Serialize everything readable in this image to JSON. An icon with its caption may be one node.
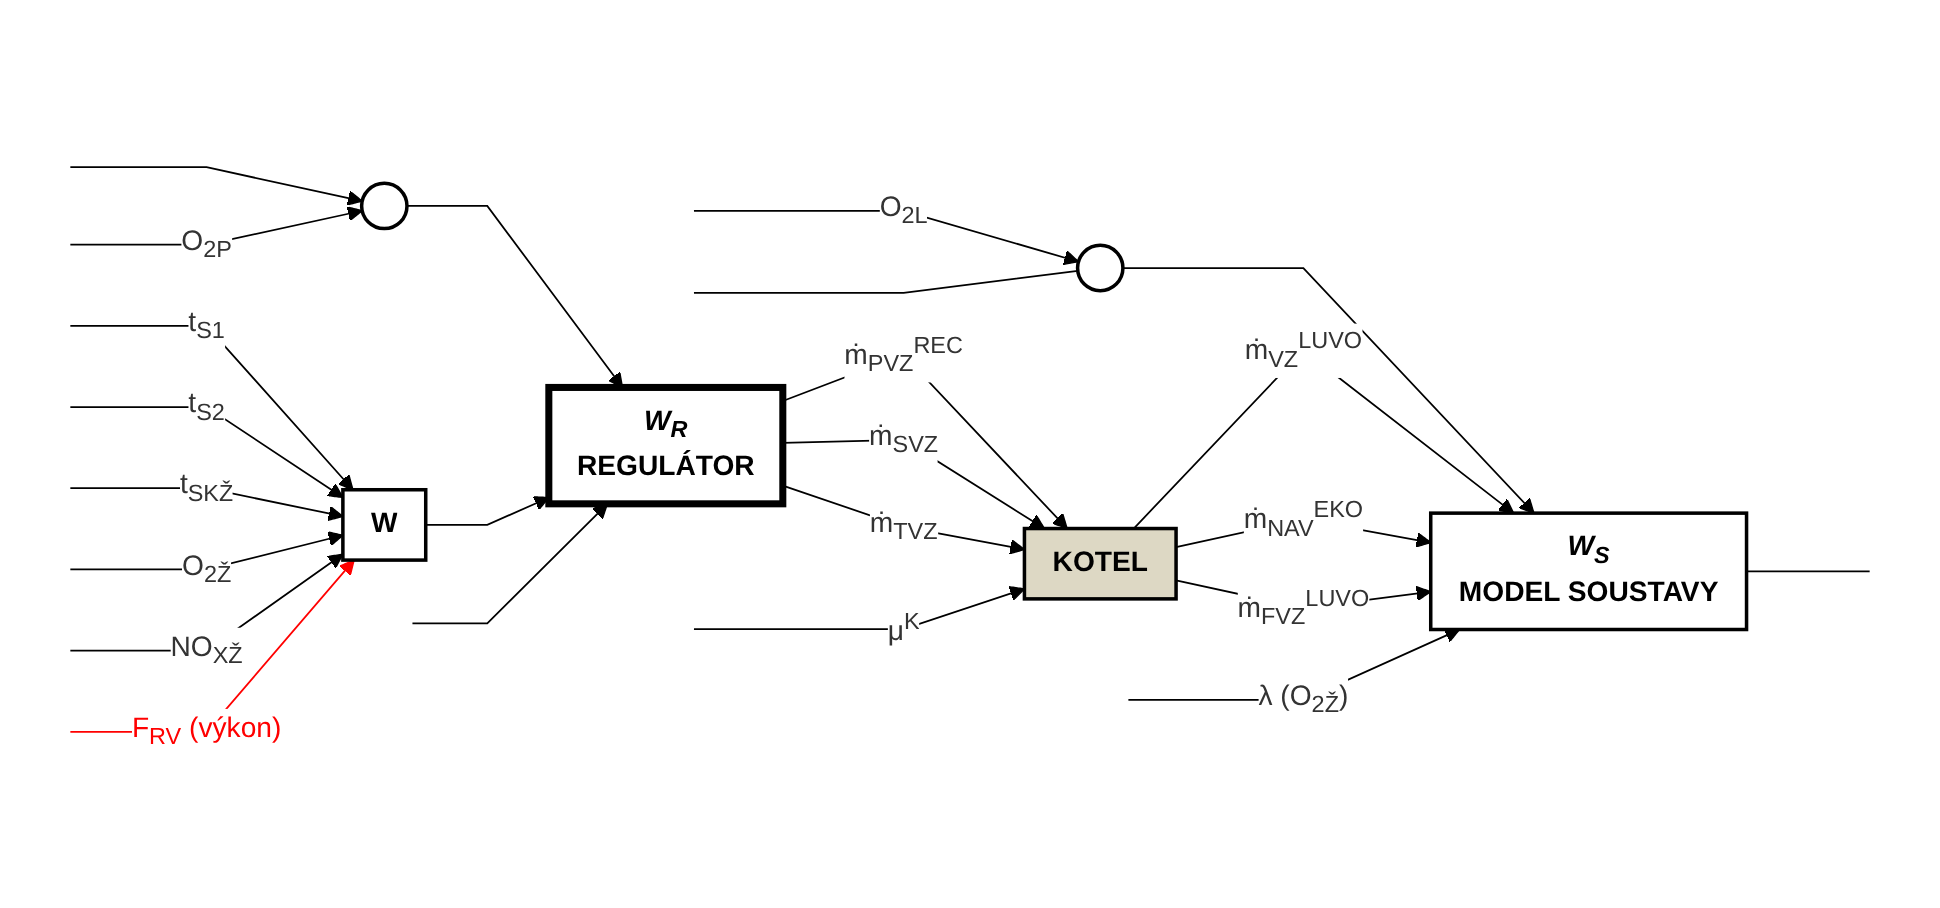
{
  "diagram": {
    "nodes": [
      {
        "text": [],
        "shape": "circle"
      },
      {
        "text": [],
        "shape": "circle"
      },
      {
        "text": [
          "W"
        ]
      },
      {
        "text": [
          "W$_{R}$",
          "REGULÁTOR"
        ]
      },
      {
        "text": [
          "KOTEL"
        ]
      },
      {
        "text": [
          "W$_{S}$",
          "MODEL SOUSTAVY"
        ]
      }
    ],
    "edges": [
      {
        "from": null,
        "to": 0,
        "arrow": "to",
        "label": "O$_{2L}$"
      },
      {
        "from": null,
        "to": 1,
        "arrow": "to"
      },
      {
        "from": null,
        "to": 1,
        "arrow": "to",
        "label": "O$_{2P}$"
      },
      {
        "from": null,
        "to": 0,
        "arrow": "none"
      },
      {
        "from": 0,
        "to": 5,
        "arrow": "to"
      },
      {
        "from": 1,
        "to": 3,
        "arrow": "to"
      },
      {
        "from": null,
        "to": 2,
        "arrow": "to",
        "label": "t$_{S1}$"
      },
      {
        "from": null,
        "to": 2,
        "arrow": "to",
        "label": "t$_{S2}$"
      },
      {
        "from": null,
        "to": 2,
        "arrow": "to",
        "label": "t$_{SKŽ}$"
      },
      {
        "from": null,
        "to": 2,
        "arrow": "to",
        "label": "O$_{2Ž}$"
      },
      {
        "from": null,
        "to": 2,
        "arrow": "to",
        "label": "NO$_{XŽ}$"
      },
      {
        "from": null,
        "to": 2,
        "arrow": "to",
        "label": "F$_{RV}$ (výkon)",
        "color": "#ff0000"
      },
      {
        "from": 2,
        "to": 3,
        "arrow": "to"
      },
      {
        "from": null,
        "to": 3,
        "arrow": "to"
      },
      {
        "from": 3,
        "to": 4,
        "arrow": "to",
        "label": "ṁ$_{PVZ}$$^{REC}$"
      },
      {
        "from": 3,
        "to": 4,
        "arrow": "to",
        "label": "ṁ$_{SVZ}$"
      },
      {
        "from": 3,
        "to": 4,
        "arrow": "to",
        "label": "ṁ$_{TVZ}$"
      },
      {
        "from": null,
        "to": 4,
        "arrow": "to",
        "label": "μ$^{K}$"
      },
      {
        "from": 4,
        "to": 5,
        "arrow": "to",
        "label": "ṁ$_{VZ}$$^{LUVO}$"
      },
      {
        "from": 4,
        "to": 5,
        "arrow": "to",
        "label": "ṁ$_{NAV}$$^{EKO}$"
      },
      {
        "from": 4,
        "to": 5,
        "arrow": "to",
        "label": "ṁ$_{FVZ}$$^{LUVO}$"
      },
      {
        "from": null,
        "to": 5,
        "arrow": "to",
        "label": "λ (O$_{2Ž}$)"
      },
      {
        "from": 5,
        "to": null,
        "arrow": "none"
      }
    ]
  }
}
